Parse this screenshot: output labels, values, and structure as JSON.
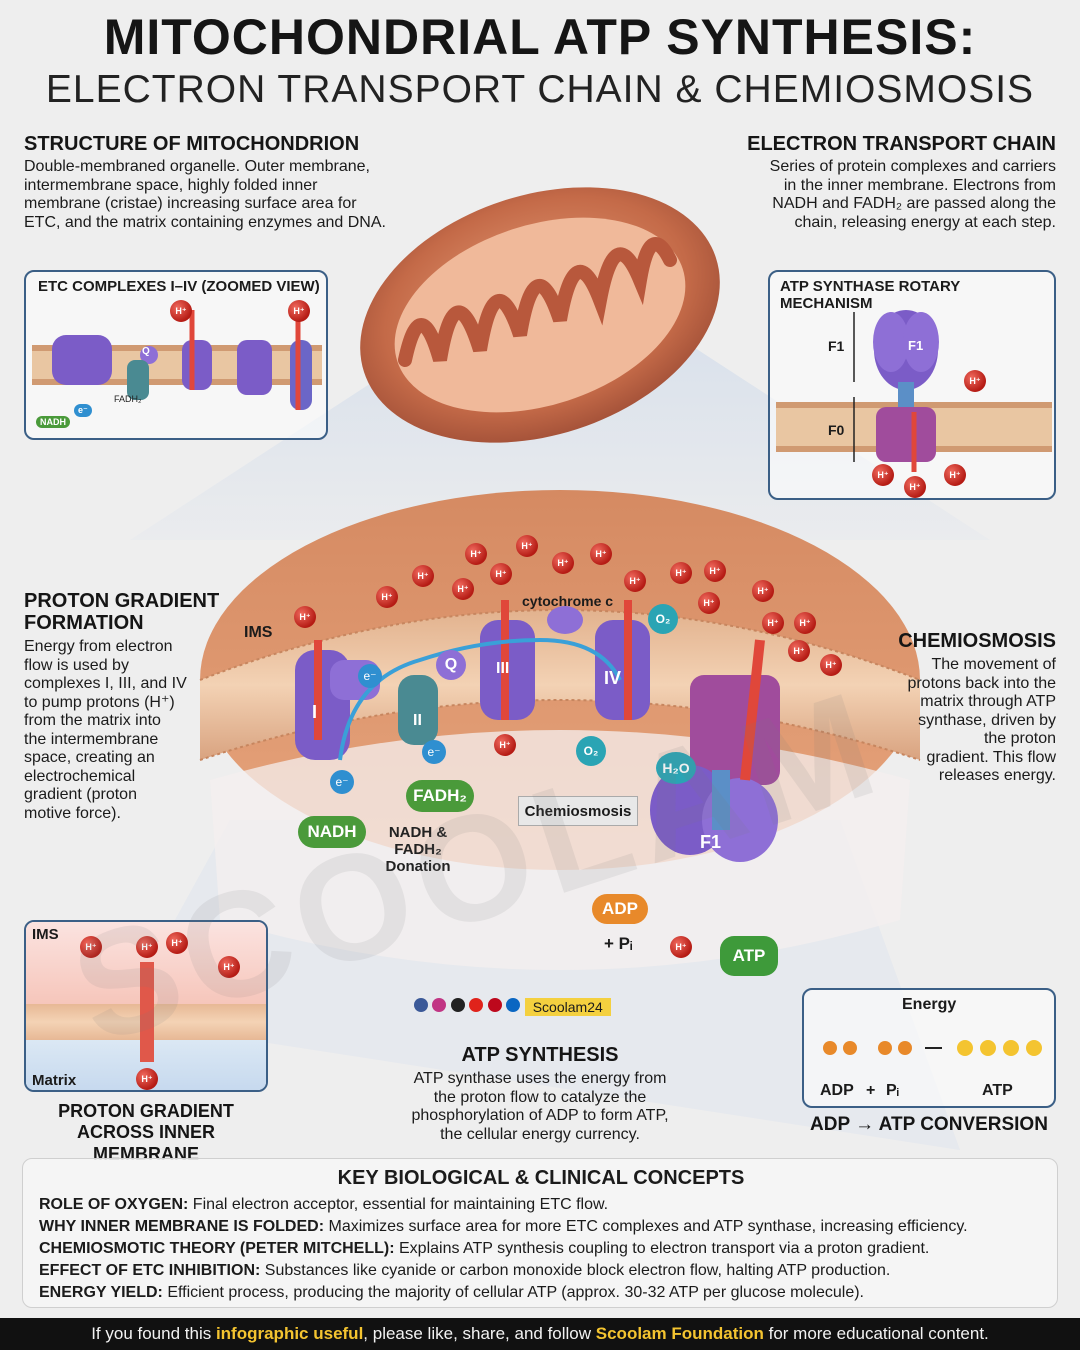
{
  "title": {
    "main": "MITOCHONDRIAL ATP SYNTHESIS:",
    "sub": "ELECTRON TRANSPORT CHAIN & CHEMIOSMOSIS"
  },
  "structure": {
    "title": "STRUCTURE OF MITOCHONDRION",
    "lines": [
      "Double-membraned organelle. Outer membrane,",
      "intermembrane space, highly folded inner",
      "membrane (cristae) increasing surface area for",
      "ETC, and the matrix containing enzymes and DNA."
    ]
  },
  "etc": {
    "title": "ELECTRON TRANSPORT CHAIN",
    "lines": [
      "Series of protein complexes and carriers",
      "in the inner membrane. Electrons from",
      "NADH and FADH₂ are passed along the",
      "chain, releasing energy at each step."
    ]
  },
  "etc_zoom": {
    "title": "ETC COMPLEXES I–IV (ZOOMED VIEW)",
    "labels": [
      "H⁺",
      "H⁺",
      "Q",
      "NADH",
      "e⁻",
      "FADH₂"
    ]
  },
  "atp_synthase_box": {
    "title": "ATP SYNTHASE ROTARY MECHANISM",
    "f1": "F1",
    "f0": "F0",
    "f1_inner": "F1",
    "h": "H⁺"
  },
  "proton_gradient": {
    "title_line1": "PROTON GRADIENT",
    "title_line2": "FORMATION",
    "lines": [
      "Energy from electron",
      "flow is used by",
      "complexes I, III, and IV",
      "to pump protons (H⁺)",
      "from the matrix into",
      "the intermembrane",
      "space, creating an",
      "electrochemical",
      "gradient (proton",
      "motive force)."
    ]
  },
  "chemiosmosis": {
    "title": "CHEMIOSMOSIS",
    "lines": [
      "The movement of",
      "protons back into the",
      "matrix through ATP",
      "synthase, driven by",
      "the proton",
      "gradient. This flow",
      "releases energy."
    ]
  },
  "main_diagram": {
    "ims": "IMS",
    "h": "H⁺",
    "cytochrome_c": "cytochrome c",
    "complex_1": "I",
    "complex_2": "II",
    "complex_3": "III",
    "complex_4": "IV",
    "q": "Q",
    "e": "e⁻",
    "o2": "O₂",
    "h2o": "H₂O",
    "nadh": "NADH",
    "fadh2": "FADH₂",
    "donation_lines": [
      "NADH &",
      "FADH₂",
      "Donation"
    ],
    "chemiosmosis_label": "Chemiosmosis",
    "f1": "F1",
    "adp": "ADP",
    "pi": "+ Pᵢ",
    "atp": "ATP"
  },
  "gradient_box": {
    "ims": "IMS",
    "matrix": "Matrix",
    "h": "H⁺",
    "caption_line1": "PROTON GRADIENT",
    "caption_line2": "ACROSS INNER MEMBRANE"
  },
  "social": {
    "handle": "Scoolam24"
  },
  "atp_synthesis": {
    "title": "ATP SYNTHESIS",
    "lines": [
      "ATP synthase uses the energy from",
      "the proton flow to catalyze the",
      "phosphorylation of ADP to form ATP,",
      "the cellular energy currency."
    ]
  },
  "conversion_box": {
    "energy": "Energy",
    "adp": "ADP",
    "plus": "+",
    "pi": "Pᵢ",
    "atp": "ATP",
    "caption": "ADP → ATP CONVERSION"
  },
  "concepts": {
    "title": "KEY BIOLOGICAL & CLINICAL CONCEPTS",
    "rows": [
      {
        "label": "ROLE OF OXYGEN:",
        "text": " Final electron acceptor, essential for maintaining ETC flow."
      },
      {
        "label": "WHY INNER MEMBRANE IS FOLDED:",
        "text": " Maximizes surface area for more ETC complexes and ATP synthase, increasing efficiency."
      },
      {
        "label": "CHEMIOSMOTIC THEORY (PETER MITCHELL):",
        "text": " Explains ATP synthesis coupling to electron transport via a proton gradient."
      },
      {
        "label": "EFFECT OF ETC INHIBITION:",
        "text": " Substances like cyanide or carbon monoxide block electron flow, halting ATP production."
      },
      {
        "label": "ENERGY YIELD:",
        "text": " Efficient process, producing the majority of cellular ATP (approx. 30-32 ATP per glucose molecule)."
      }
    ]
  },
  "footer": {
    "part1": "If you found this ",
    "highlight1": "infographic useful",
    "part2": ", please like, share, and follow ",
    "highlight2": "Scoolam Foundation",
    "part3": " for more educational content."
  },
  "watermark": "SCOOLAM"
}
